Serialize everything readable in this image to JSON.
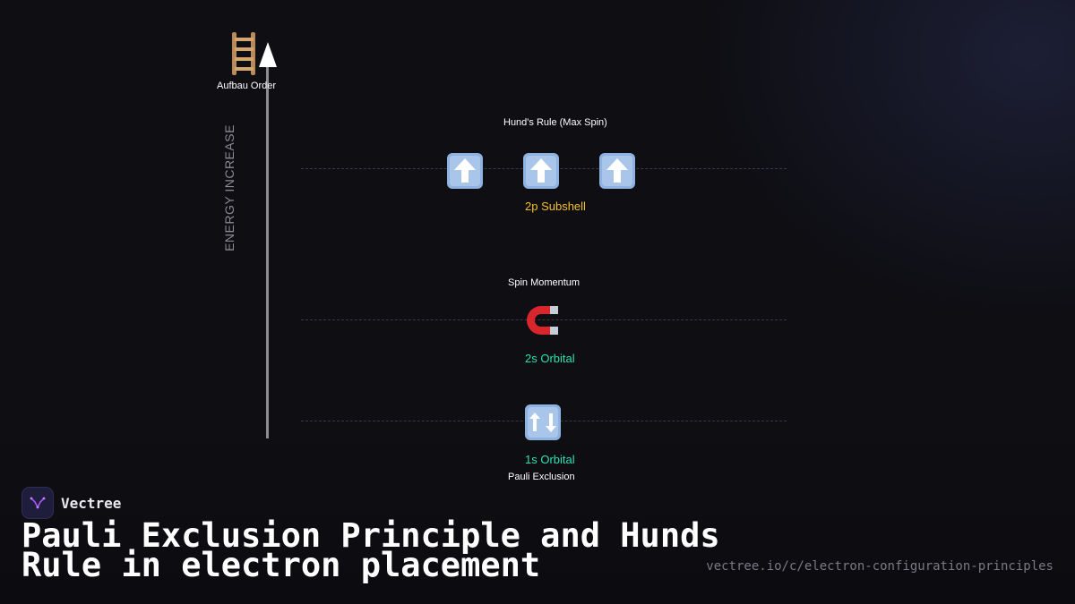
{
  "diagram": {
    "axis_title": "Aufbau Order",
    "axis_label": "ENERGY INCREASE",
    "axis_icon": "ladder-icon",
    "levels": {
      "p2": {
        "rule_label": "Hund's Rule (Max Spin)",
        "name": "2p Subshell",
        "icon": "up-arrow-icon",
        "electron_count": 3,
        "color": "#f5c02b"
      },
      "s2": {
        "rule_label": "Spin Momentum",
        "name": "2s Orbital",
        "icon": "magnet-icon",
        "color": "#2de0b0"
      },
      "s1": {
        "rule_label": "Pauli Exclusion",
        "name": "1s Orbital",
        "icon": "swap-arrows-icon",
        "color": "#2de0b0"
      }
    }
  },
  "brand": {
    "name": "Vectree",
    "logo_icon": "vectree-logo-icon"
  },
  "title": "Pauli Exclusion Principle and Hunds Rule in electron placement",
  "url": "vectree.io/c/electron-configuration-principles",
  "colors": {
    "background": "#0e0e13",
    "accent_yellow": "#f5c02b",
    "accent_teal": "#2de0b0",
    "icon_blue": "#8fb3e0"
  }
}
